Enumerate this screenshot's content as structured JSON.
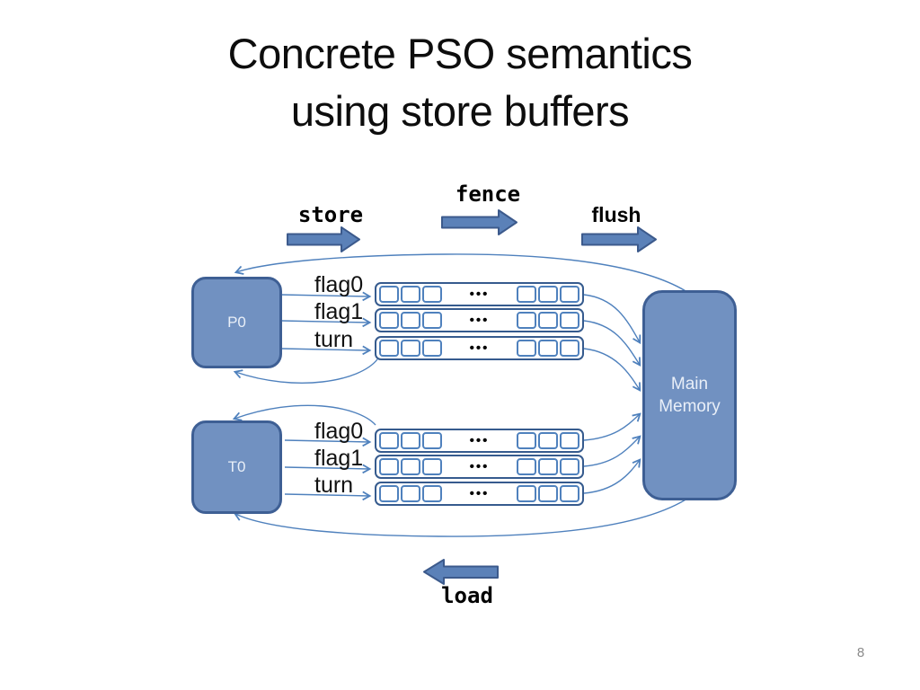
{
  "slide": {
    "title_line1": "Concrete PSO semantics",
    "title_line2": "using store buffers",
    "page_number": "8"
  },
  "operations": {
    "store": "store",
    "fence": "fence",
    "flush": "flush",
    "load": "load"
  },
  "nodes": {
    "p0": "P0",
    "t0": "T0",
    "main_memory_line1": "Main",
    "main_memory_line2": "Memory"
  },
  "buffers": {
    "p0_rows": [
      "flag0",
      "flag1",
      "turn"
    ],
    "t0_rows": [
      "flag0",
      "flag1",
      "turn"
    ],
    "cells_left_per_row": 3,
    "cells_right_per_row": 3,
    "ellipsis": "•••"
  },
  "colors": {
    "box_fill": "#7191c1",
    "box_border": "#3e5f94",
    "arrow_fill": "#5b81b8",
    "arrow_border": "#3c5a8c",
    "connector": "#4f81bd",
    "cell_border": "#4f81bd",
    "row_border": "#365b8e",
    "title_color": "#0d0d0d",
    "page_number_color": "#8a8a8a",
    "label_color": "#111111"
  }
}
